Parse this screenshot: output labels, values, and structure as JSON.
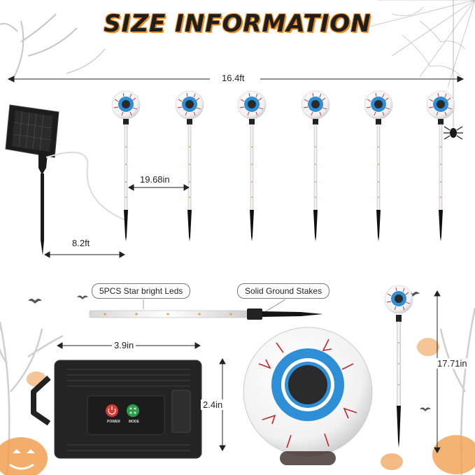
{
  "title": "SIZE INFORMATION",
  "dimensions": {
    "total_length": "16.4ft",
    "stake_spacing": "19.68in",
    "panel_cable": "8.2ft",
    "box_width": "3.9in",
    "box_height": "2.4in",
    "stake_height": "17.71in"
  },
  "callouts": {
    "leds": "5PCS Star bright Leds",
    "stakes": "Solid Ground Stakes"
  },
  "control_box": {
    "power_label": "POWER",
    "mode_label": "MODE"
  },
  "colors": {
    "title_outline": "#f08a1c",
    "iris": "#2f8fd6",
    "pupil": "#1a1a1a",
    "veins": "#c0262b",
    "pumpkin": "#f0a050",
    "power_button": "#d43a34",
    "mode_button": "#2f9a4c"
  },
  "icons": [
    "eyeball-icon",
    "solar-panel-icon",
    "spider-icon",
    "pumpkin-icon",
    "bat-icon",
    "tree-icon"
  ]
}
